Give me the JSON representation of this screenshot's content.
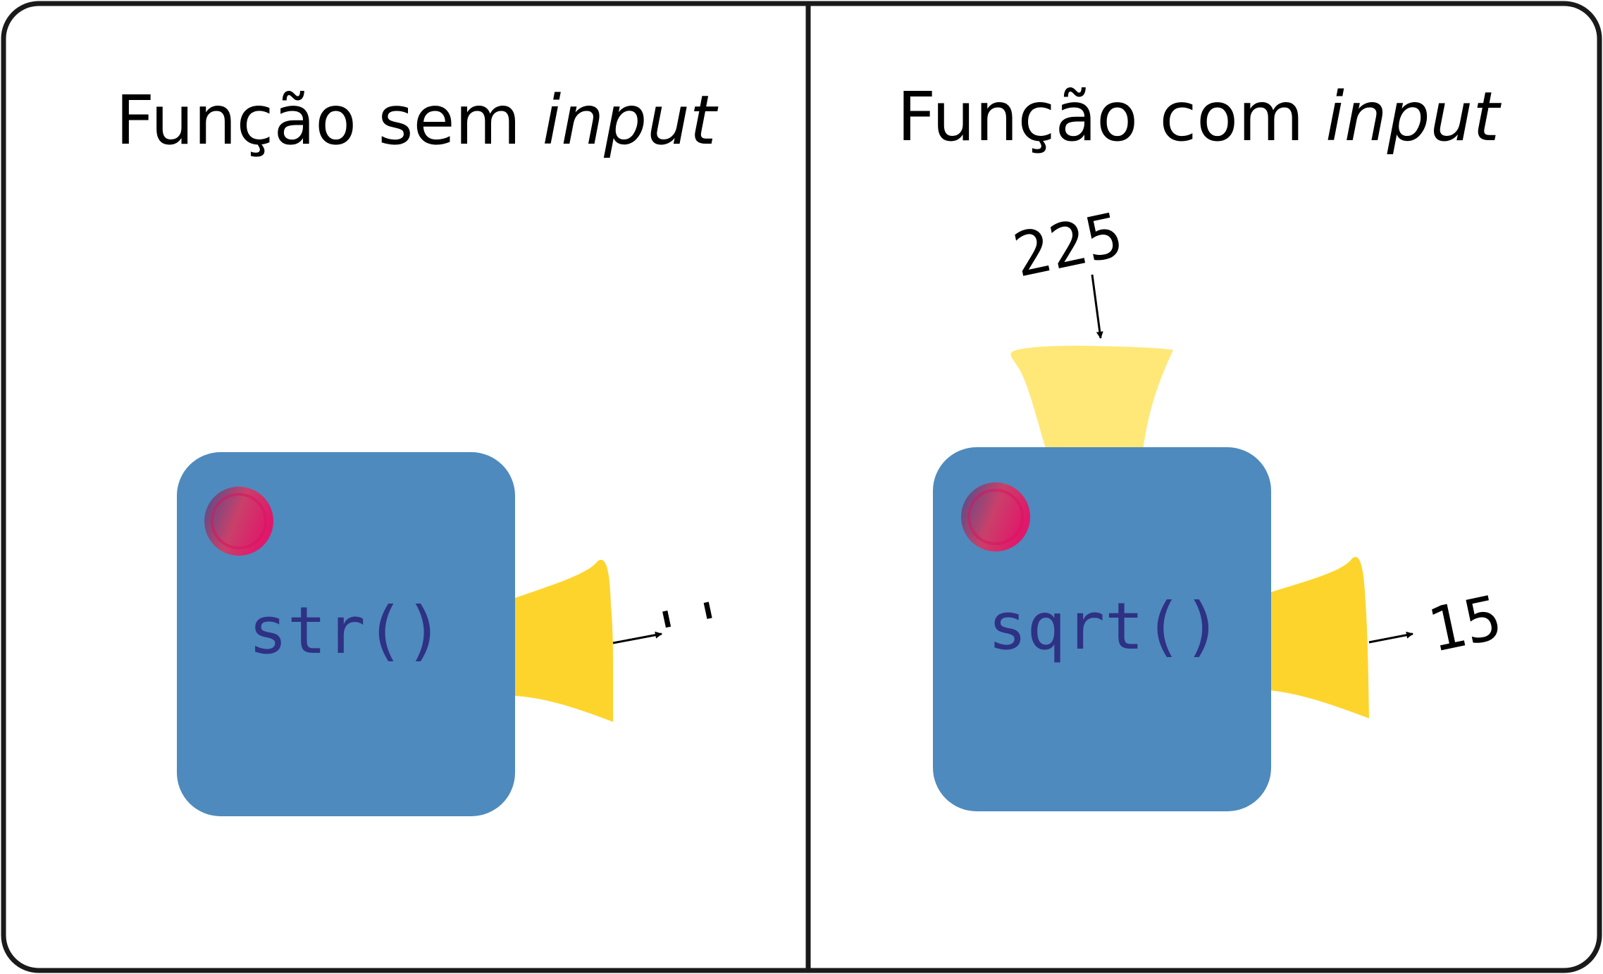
{
  "colors": {
    "frame": "#1a1a1a",
    "machine_body": "#4e8abd",
    "code_text": "#2e3184",
    "output_funnel": "#fdd42c",
    "input_funnel": "#ffe878",
    "indicator_light": "#d8145f"
  },
  "panels": [
    {
      "title_main": "Função sem ",
      "title_italic": "input",
      "function_label": "str()",
      "input_value": "",
      "output_value": "''"
    },
    {
      "title_main": "Função com ",
      "title_italic": "input",
      "function_label": "sqrt()",
      "input_value": "225",
      "output_value": "15"
    }
  ]
}
